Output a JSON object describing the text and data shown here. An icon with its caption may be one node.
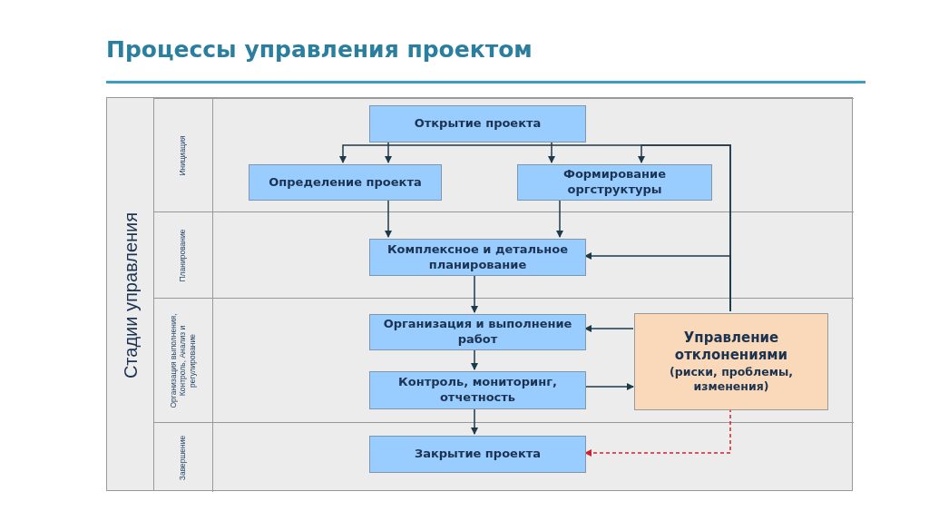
{
  "diagram": {
    "title": "Процессы управления проектом",
    "nodes": [
      {
        "text": [
          "Стадии управления"
        ]
      },
      {
        "text": [
          "Инициация"
        ],
        "in": 0
      },
      {
        "text": [
          "Открытие проекта"
        ],
        "in": 1
      },
      {
        "text": [
          "Определение проекта"
        ],
        "in": 1
      },
      {
        "text": [
          "Формирование оргструктуры"
        ],
        "in": 1
      },
      {
        "text": [
          "Планирование"
        ],
        "in": 0
      },
      {
        "text": [
          "Комплексное и детальное планирование"
        ],
        "in": 5
      },
      {
        "text": [
          "Организация выполнения, Контроль, Анализ и регулирование"
        ],
        "in": 0
      },
      {
        "text": [
          "Организация и выполнение работ"
        ],
        "in": 7
      },
      {
        "text": [
          "Контроль, мониторинг, отчетность"
        ],
        "in": 7
      },
      {
        "text": [
          "Управление отклонениями",
          "(риски, проблемы, изменения)"
        ],
        "in": 7
      },
      {
        "text": [
          "Завершение"
        ],
        "in": 0
      },
      {
        "text": [
          "Закрытие проекта"
        ],
        "in": 11
      }
    ],
    "edges": [
      {
        "from": 2,
        "to": 3,
        "arrow": "to"
      },
      {
        "from": 2,
        "to": 4,
        "arrow": "to"
      },
      {
        "from": 10,
        "to": 3,
        "arrow": "to"
      },
      {
        "from": 10,
        "to": 4,
        "arrow": "to"
      },
      {
        "from": 10,
        "to": 6,
        "arrow": "to"
      },
      {
        "from": 3,
        "to": 6,
        "arrow": "to"
      },
      {
        "from": 4,
        "to": 6,
        "arrow": "to"
      },
      {
        "from": 6,
        "to": 8,
        "arrow": "to"
      },
      {
        "from": 8,
        "to": 9,
        "arrow": "to"
      },
      {
        "from": 9,
        "to": 12,
        "arrow": "to"
      },
      {
        "from": 10,
        "to": 8,
        "arrow": "to"
      },
      {
        "from": 9,
        "to": 10,
        "arrow": "to"
      },
      {
        "from": 10,
        "to": 12,
        "arrow": "to",
        "style": "dashed",
        "color": "#cc2233"
      }
    ]
  }
}
